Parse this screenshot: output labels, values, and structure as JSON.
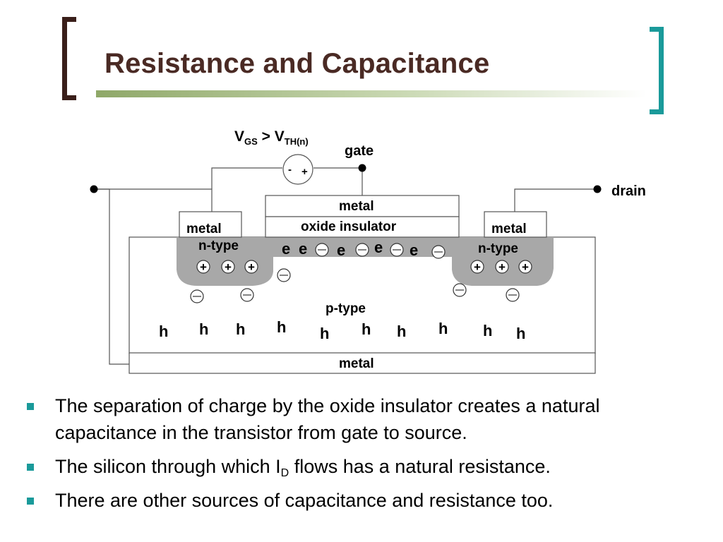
{
  "slide": {
    "title": "Resistance and Capacitance",
    "colors": {
      "title": "#4a2a24",
      "left_bracket": "#3a1f1a",
      "right_bracket": "#1a9a9a",
      "rule": "#8fa868",
      "bullet": "#1a9a9a"
    }
  },
  "diagram": {
    "voltage_label": {
      "v": "V",
      "gs": "GS",
      "gt": " > V",
      "th": "TH(n)"
    },
    "source_signs": {
      "minus": "-",
      "plus": "+"
    },
    "gate_label": "gate",
    "drain_label": "drain",
    "gate_metal": "metal",
    "oxide_label": "oxide insulator",
    "left_metal": "metal",
    "right_metal": "metal",
    "bottom_metal": "metal",
    "left_ntype": "n-type",
    "right_ntype": "n-type",
    "ptype": "p-type",
    "electron": "e",
    "hole": "h",
    "plus": "+"
  },
  "bullets": [
    {
      "text": "The separation of charge by the oxide insulator creates a natural capacitance in the transistor from gate to source."
    },
    {
      "before": "The silicon through which I",
      "sub": "D",
      "after": " flows has a natural resistance."
    },
    {
      "text": "There are other sources of capacitance and resistance too."
    }
  ]
}
